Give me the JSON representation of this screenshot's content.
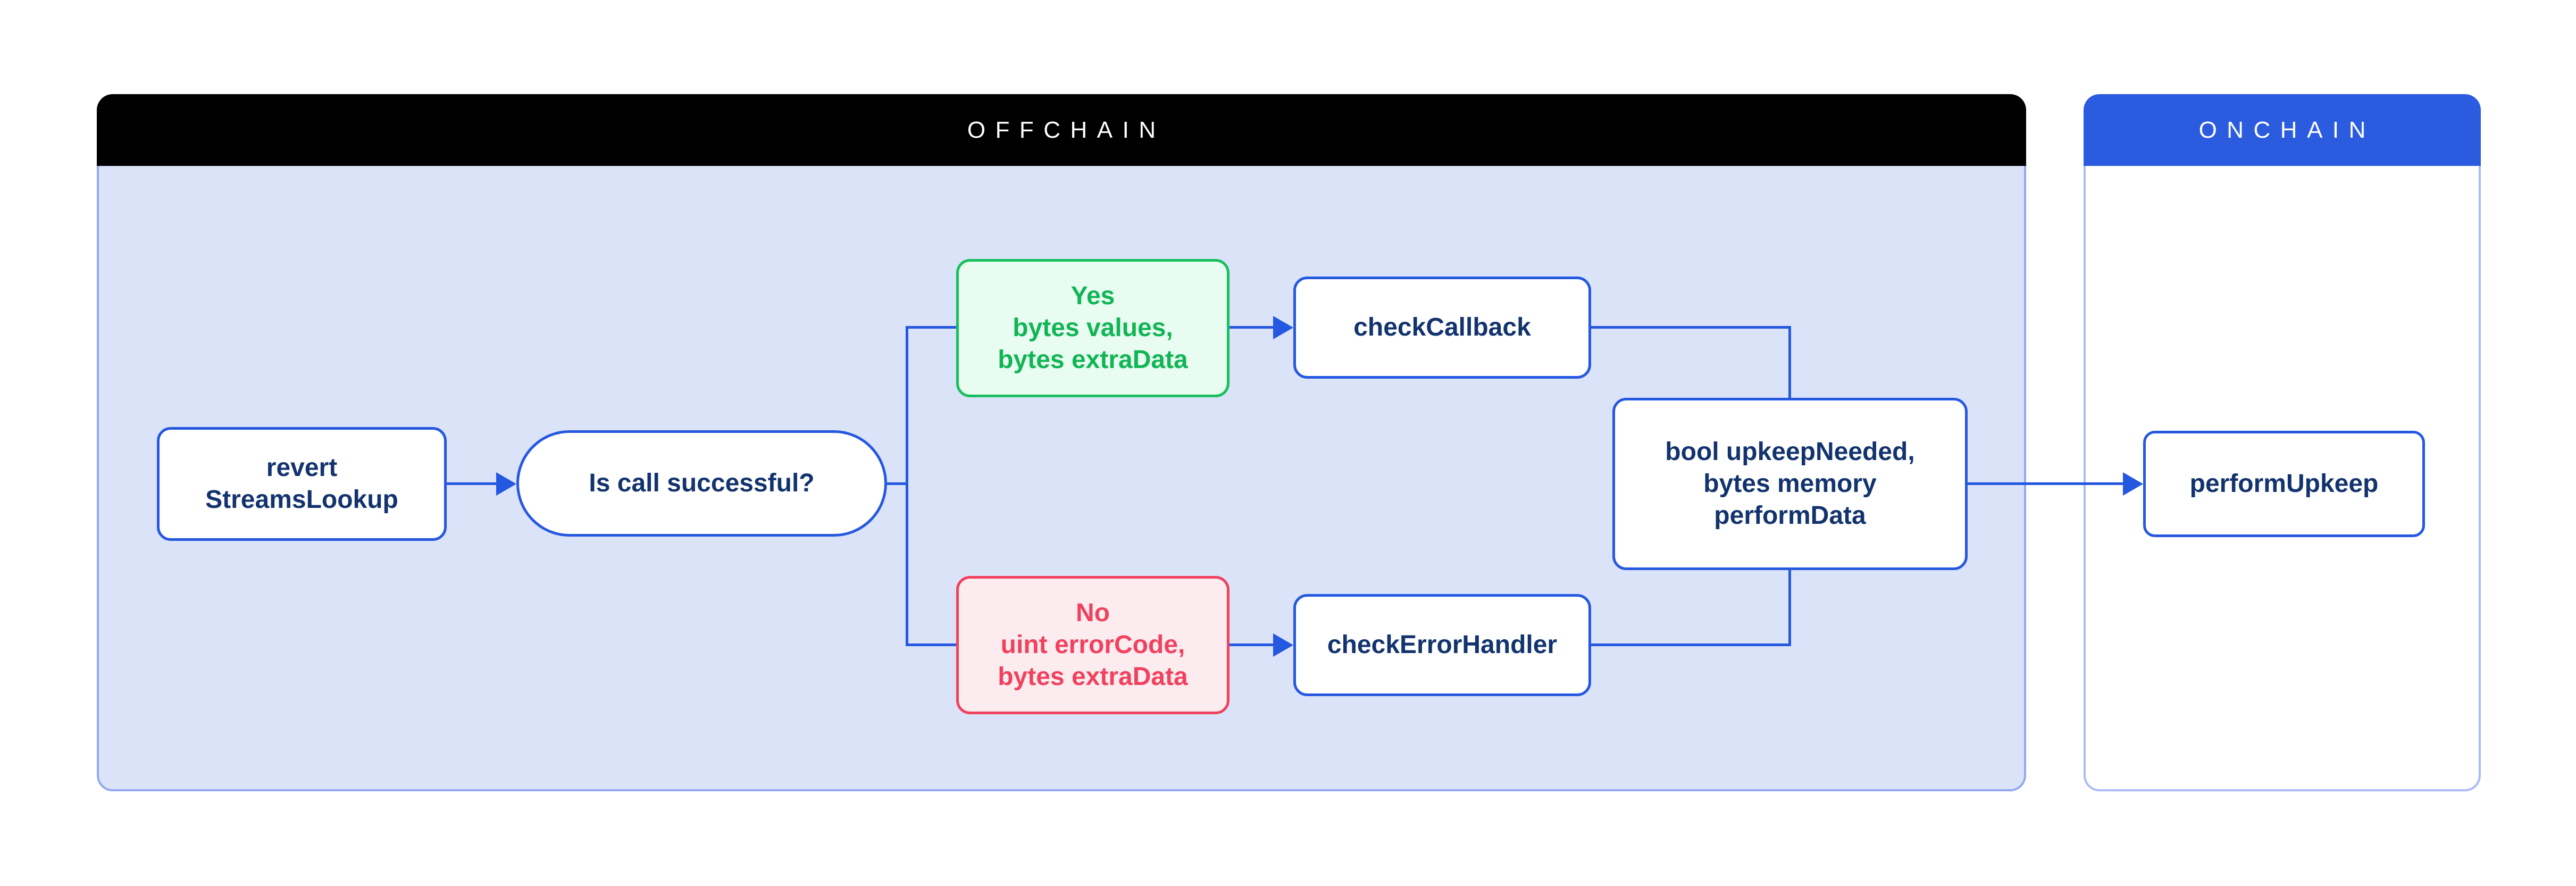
{
  "panels": {
    "offchain": {
      "title": "OFFCHAIN"
    },
    "onchain": {
      "title": "ONCHAIN"
    }
  },
  "nodes": {
    "revert_streams_lookup": {
      "lines": [
        "revert",
        "StreamsLookup"
      ]
    },
    "is_call_successful": {
      "label": "Is call successful?"
    },
    "yes_branch": {
      "lines": [
        "Yes",
        "bytes values,",
        "bytes extraData"
      ]
    },
    "no_branch": {
      "lines": [
        "No",
        "uint errorCode,",
        "bytes extraData"
      ]
    },
    "check_callback": {
      "label": "checkCallback"
    },
    "check_error_handler": {
      "label": "checkErrorHandler"
    },
    "upkeep_result": {
      "lines": [
        "bool upkeepNeeded,",
        "bytes memory",
        "performData"
      ]
    },
    "perform_upkeep": {
      "label": "performUpkeep"
    }
  },
  "colors": {
    "accent_blue": "#2558e0",
    "navy_text": "#12336e",
    "offchain_header_bg": "#000000",
    "offchain_body_bg": "#dbe3f8",
    "onchain_header_bg": "#2b5ce0",
    "panel_border": "#93a9ef",
    "success_green": "#17c05c",
    "success_green_bg": "#e9fcf1",
    "error_red": "#f0415e",
    "error_red_bg": "#fdecef"
  }
}
